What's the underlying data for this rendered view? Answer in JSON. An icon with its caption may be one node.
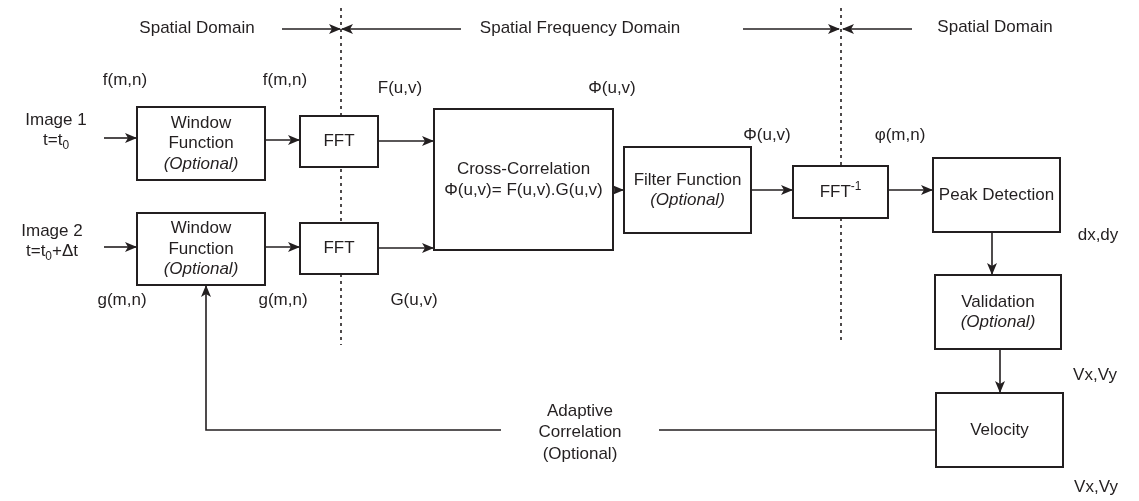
{
  "diagram": {
    "nodes": [
      {
        "text": [
          "Image 1",
          "t=t$_{0}$"
        ]
      },
      {
        "text": [
          "Window Function",
          "(Optional)"
        ]
      },
      {
        "text": [
          "FFT"
        ]
      },
      {
        "text": [
          "Image 2",
          "t=t$_{0}$+Δt"
        ]
      },
      {
        "text": [
          "Window Function",
          "(Optional)"
        ]
      },
      {
        "text": [
          "FFT"
        ]
      },
      {
        "text": [
          "Cross-Correlation",
          "Φ(u,v)= F(u,v).G(u,v)"
        ]
      },
      {
        "text": [
          "Filter Function",
          "(Optional)"
        ]
      },
      {
        "text": [
          "FFT$^{-1}$"
        ]
      },
      {
        "text": [
          "Peak Detection"
        ]
      },
      {
        "text": [
          "Validation",
          "(Optional)"
        ]
      },
      {
        "text": [
          "Velocity"
        ]
      }
    ],
    "edges": [
      {
        "from": 0,
        "to": 1,
        "arrow": "to"
      },
      {
        "from": 1,
        "to": 2,
        "arrow": "to"
      },
      {
        "from": 2,
        "to": 6,
        "arrow": "to"
      },
      {
        "from": 3,
        "to": 4,
        "arrow": "to"
      },
      {
        "from": 4,
        "to": 5,
        "arrow": "to"
      },
      {
        "from": 5,
        "to": 6,
        "arrow": "to"
      },
      {
        "from": 6,
        "to": 7,
        "arrow": "to"
      },
      {
        "from": 7,
        "to": 8,
        "arrow": "to"
      },
      {
        "from": 8,
        "to": 9,
        "arrow": "to"
      },
      {
        "from": 9,
        "to": 10,
        "arrow": "to"
      },
      {
        "from": 10,
        "to": 11,
        "arrow": "to"
      },
      {
        "from": 11,
        "to": 4,
        "arrow": "to",
        "label": "Adaptive Correlation (Optional)"
      }
    ],
    "labels": [
      "Spatial Domain",
      "Spatial Frequency Domain",
      "Spatial Domain",
      "f(m,n)",
      "f(m,n)",
      "F(u,v)",
      "Φ(u,v)",
      "Φ(u,v)",
      "φ(m,n)",
      "dx,dy",
      "g(m,n)",
      "g(m,n)",
      "G(u,v)",
      "Vx,Vy",
      "Vx,Vy"
    ]
  }
}
